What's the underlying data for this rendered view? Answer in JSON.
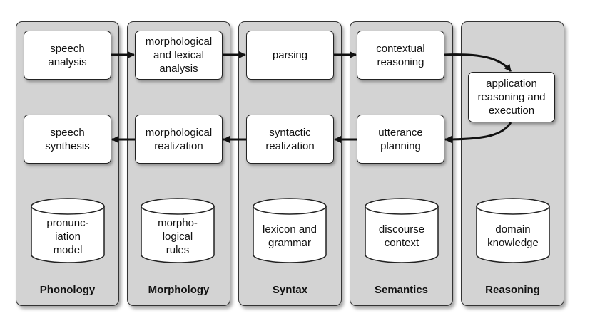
{
  "columns": [
    {
      "title": "Phonology"
    },
    {
      "title": "Morphology"
    },
    {
      "title": "Syntax"
    },
    {
      "title": "Semantics"
    },
    {
      "title": "Reasoning"
    }
  ],
  "process_boxes": {
    "speech_analysis": "speech\nanalysis",
    "morph_lexical_analysis": "morphological\nand lexical\nanalysis",
    "parsing": "parsing",
    "contextual_reasoning": "contextual\nreasoning",
    "application": "application\nreasoning and\nexecution",
    "speech_synthesis": "speech\nsynthesis",
    "morph_realization": "morphological\nrealization",
    "syntactic_realization": "syntactic\nrealization",
    "utterance_planning": "utterance\nplanning"
  },
  "knowledge_stores": {
    "pronunciation_model": "pronunc-\niation\nmodel",
    "morphological_rules": "morpho-\nlogical\nrules",
    "lexicon_grammar": "lexicon and\ngrammar",
    "discourse_context": "discourse\ncontext",
    "domain_knowledge": "domain\nknowledge"
  },
  "colors": {
    "column_fill": "#d3d3d3",
    "box_fill": "#ffffff",
    "stroke": "#222222"
  }
}
